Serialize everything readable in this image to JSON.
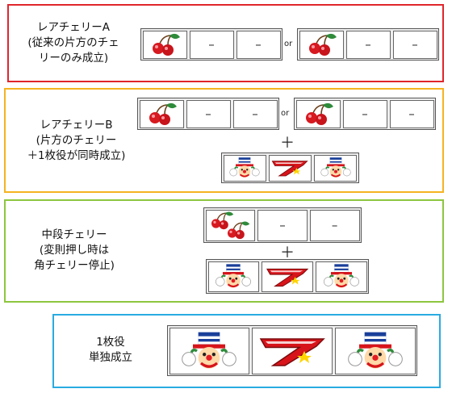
{
  "sections": [
    {
      "border_color": "#e0262b",
      "label_lines": [
        "レアチェリーA",
        "(従来の片方のチェ",
        "リーのみ成立)"
      ],
      "or_text": "or",
      "reels": [
        "cherry-icon",
        "–",
        "–"
      ]
    },
    {
      "border_color": "#f5b322",
      "label_lines": [
        "レアチェリーB",
        "(片方のチェリー",
        "＋1枚役が同時成立)"
      ],
      "or_text": "or",
      "plus_text": "＋",
      "reels": [
        "cherry-icon",
        "–",
        "–"
      ]
    },
    {
      "border_color": "#8dc63f",
      "label_lines": [
        "中段チェリー",
        "(変則押し時は",
        "角チェリー停止)"
      ],
      "plus_text": "＋",
      "reels": [
        "double-cherry-icon",
        "–",
        "–"
      ]
    },
    {
      "border_color": "#29abe2",
      "label_lines": [
        "1枚役",
        "単独成立"
      ]
    }
  ],
  "dash": "–"
}
